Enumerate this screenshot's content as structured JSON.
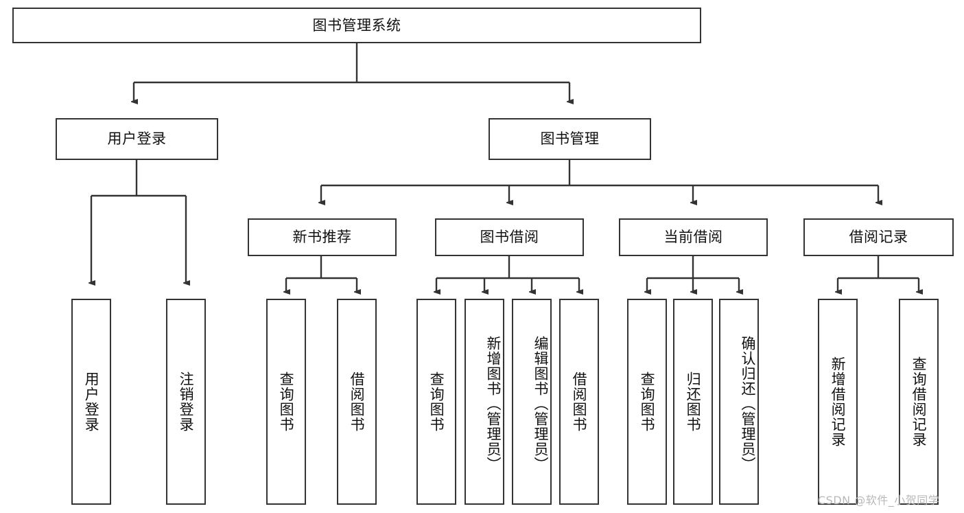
{
  "diagram": {
    "title": "图书管理系统",
    "type": "tree-hierarchy",
    "root": {
      "id": "root",
      "label": "图书管理系统"
    },
    "level2": [
      {
        "id": "user-login",
        "label": "用户登录"
      },
      {
        "id": "book-management",
        "label": "图书管理"
      }
    ],
    "level3": [
      {
        "id": "new-book-recommend",
        "label": "新书推荐",
        "parent": "book-management"
      },
      {
        "id": "book-borrow",
        "label": "图书借阅",
        "parent": "book-management"
      },
      {
        "id": "current-borrow",
        "label": "当前借阅",
        "parent": "book-management"
      },
      {
        "id": "borrow-record",
        "label": "借阅记录",
        "parent": "book-management"
      }
    ],
    "leaves": {
      "user-login": [
        {
          "id": "leaf-user-login",
          "label": "用户登录"
        },
        {
          "id": "leaf-logout-login",
          "label": "注销登录"
        }
      ],
      "new-book-recommend": [
        {
          "id": "leaf-query-book-1",
          "label": "查询图书"
        },
        {
          "id": "leaf-borrow-book-1",
          "label": "借阅图书"
        }
      ],
      "book-borrow": [
        {
          "id": "leaf-query-book-2",
          "label": "查询图书"
        },
        {
          "id": "leaf-add-book-admin",
          "label": "新增图书（管理员）"
        },
        {
          "id": "leaf-edit-book-admin",
          "label": "编辑图书（管理员）"
        },
        {
          "id": "leaf-borrow-book-2",
          "label": "借阅图书"
        }
      ],
      "current-borrow": [
        {
          "id": "leaf-query-book-3",
          "label": "查询图书"
        },
        {
          "id": "leaf-return-book",
          "label": "归还图书"
        },
        {
          "id": "leaf-confirm-return-admin",
          "label": "确认归还（管理员）"
        }
      ],
      "borrow-record": [
        {
          "id": "leaf-add-borrow-record",
          "label": "新增借阅记录"
        },
        {
          "id": "leaf-query-borrow-record",
          "label": "查询借阅记录"
        }
      ]
    }
  },
  "watermark": {
    "text": "CSDN @软件_小贺同学"
  },
  "colors": {
    "border": "#333333",
    "background": "#ffffff",
    "text": "#111111",
    "watermark": "#b8b8b8"
  }
}
